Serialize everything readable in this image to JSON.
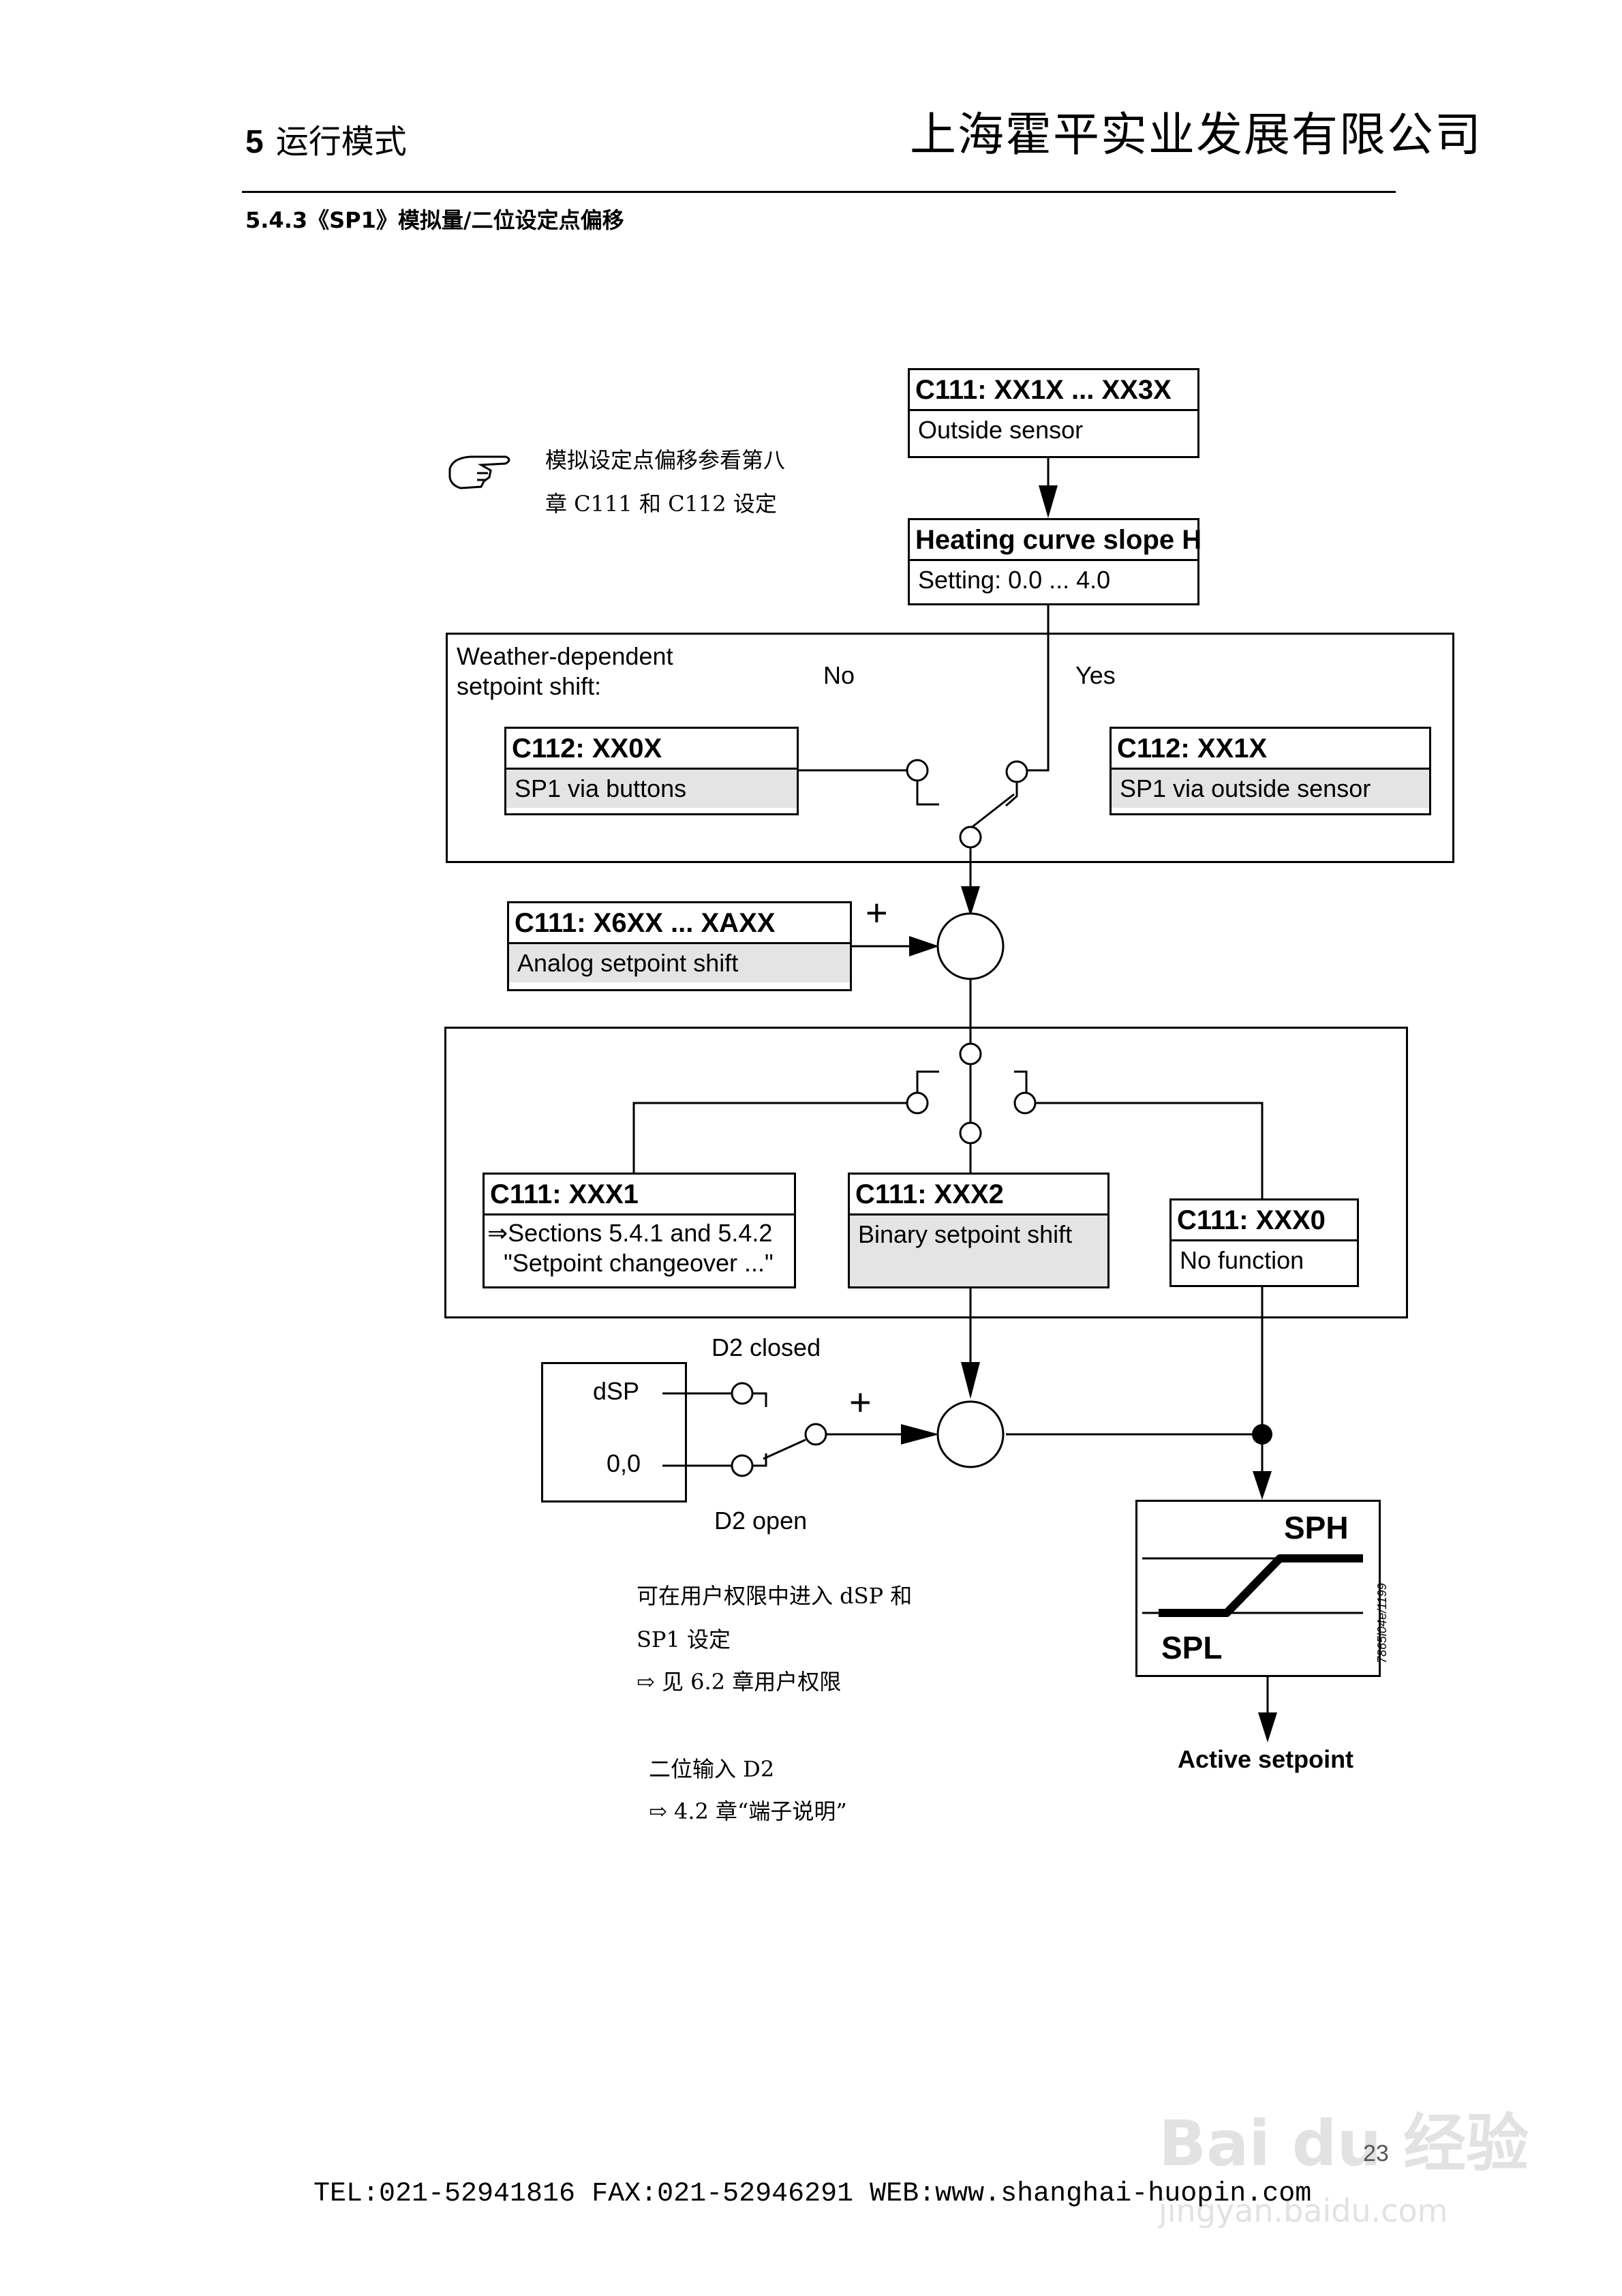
{
  "header": {
    "chapter_number": "5",
    "chapter_title": "运行模式",
    "company": "上海霍平实业发展有限公司"
  },
  "section_title": "5.4.3《SP1》模拟量/二位设定点偏移",
  "note": {
    "line1": "模拟设定点偏移参看第八",
    "line2": "章 C111 和 C112 设定"
  },
  "boxes": {
    "outside_sensor": {
      "code": "C111: XX1X ... XX3X",
      "desc": "Outside sensor"
    },
    "heating_curve": {
      "code": "Heating curve slope H",
      "desc": "Setting: 0.0 ... 4.0"
    },
    "sp1_buttons": {
      "code": "C112: XX0X",
      "desc": "SP1 via buttons"
    },
    "sp1_outside": {
      "code": "C112: XX1X",
      "desc": "SP1 via outside sensor"
    },
    "analog_shift": {
      "code": "C111: X6XX ... XAXX",
      "desc": "Analog setpoint shift"
    },
    "xxx1": {
      "code": "C111: XXX1",
      "desc_line1": "Sections 5.4.1 and 5.4.2",
      "desc_line2": "\"Setpoint changeover ...\""
    },
    "xxx2": {
      "code": "C111: XXX2",
      "desc": "Binary setpoint shift"
    },
    "xxx0": {
      "code": "C111: XXX0",
      "desc": "No function"
    }
  },
  "weather": {
    "label_line1": "Weather-dependent",
    "label_line2": "setpoint shift:",
    "no": "No",
    "yes": "Yes"
  },
  "plus_sign": "+",
  "d2": {
    "dsp": "dSP",
    "zero": "0,0",
    "closed": "D2 closed",
    "open": "D2 open"
  },
  "chart": {
    "sph": "SPH",
    "spl": "SPL",
    "code": "7865l04e/1199",
    "output": "Active setpoint"
  },
  "notes_bottom": {
    "line1": "可在用户权限中进入  dSP  和",
    "line2": "SP1 设定",
    "line3": "⇨  见 6.2 章用户权限",
    "line4": "二位输入 D2",
    "line5": "⇨ 4.2 章“端子说明”"
  },
  "footer": "TEL:021-52941816 FAX:021-52946291 WEB:www.shanghai-huopin.com",
  "page_number": "23",
  "watermark": {
    "brand": "Bai du 经验",
    "url": "jingyan.baidu.com"
  }
}
